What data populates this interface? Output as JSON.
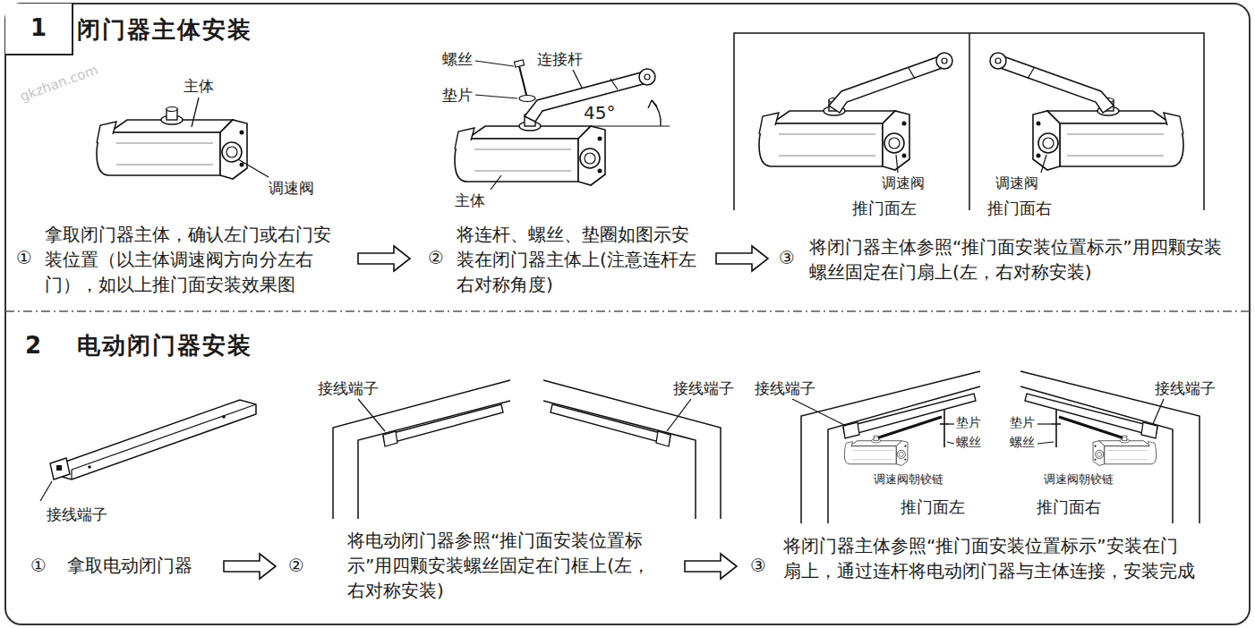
{
  "diagram": {
    "nodes": [
      {
        "text": [
          "1",
          "闭门器主体安装"
        ]
      }
    ],
    "labels": [
      "主体",
      "调速阀",
      "螺丝",
      "连接杆",
      "垫片",
      "45°",
      "主体",
      "调速阀",
      "推门面左",
      "调速阀",
      "推门面右",
      "①",
      "拿取闭门器主体，确认左门或右门安装位置（以主体调速阀方向分左右门），如以上推门面安装效果图",
      "②",
      "将连杆、螺丝、垫圈如图示安装在闭门器主体上(注意连杆左右对称角度)",
      "③",
      "将闭门器主体参照“推门面安装位置标示”用四颗安装螺丝固定在门扇上(左，右对称安装)",
      "2",
      "电动闭门器安装",
      "接线端子",
      "①",
      "拿取电动闭门器",
      "②",
      "接线端子",
      "接线端子",
      "将电动闭门器参照“推门面安装位置标示”用四颗安装螺丝固定在门框上(左，右对称安装)",
      "接线端子",
      "垫片",
      "螺丝",
      "调速阀朝铰链",
      "推门面左",
      "接线端子",
      "垫片",
      "螺丝",
      "调速阀朝铰链",
      "推门面右",
      "③",
      "将闭门器主体参照“推门面安装位置标示”安装在门扇上，通过连杆将电动闭门器与主体连接，安装完成",
      "gkzhan.com"
    ]
  }
}
